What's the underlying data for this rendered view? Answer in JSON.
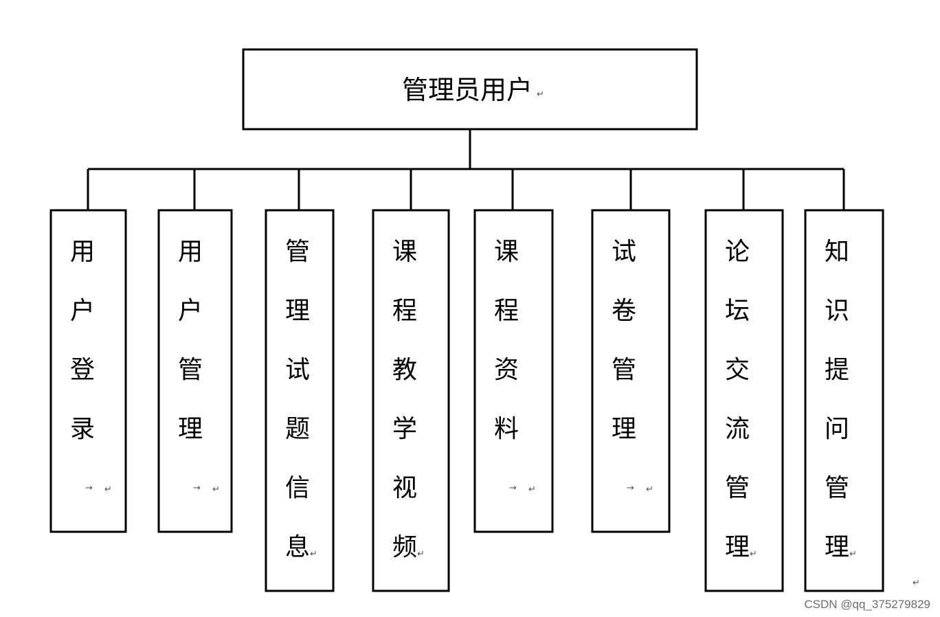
{
  "root": {
    "label": "管理员用户"
  },
  "children": [
    {
      "id": "user-login",
      "label": "用户登录"
    },
    {
      "id": "user-management",
      "label": "用户管理"
    },
    {
      "id": "question-info-management",
      "label": "管理试题信息"
    },
    {
      "id": "course-teaching-video",
      "label": "课程教学视频"
    },
    {
      "id": "course-materials",
      "label": "课程资料"
    },
    {
      "id": "exam-paper-management",
      "label": "试卷管理"
    },
    {
      "id": "forum-management",
      "label": "论坛交流管理"
    },
    {
      "id": "knowledge-qa-management",
      "label": "知识提问管理"
    }
  ],
  "marks": {
    "paragraph": "↵",
    "tab": "→"
  },
  "watermark": "CSDN @qq_375279829"
}
